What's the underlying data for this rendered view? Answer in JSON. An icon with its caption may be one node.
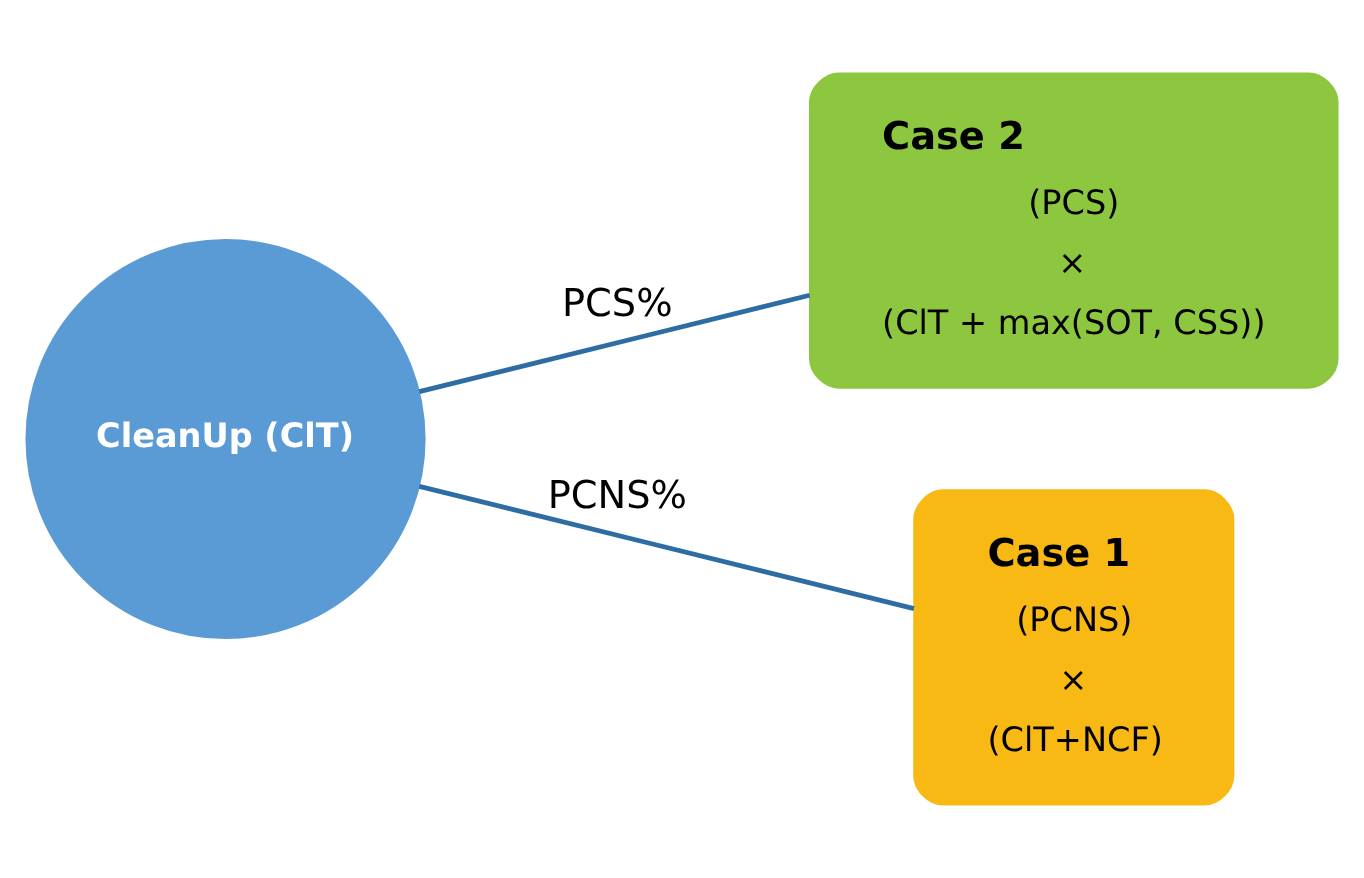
{
  "diagram": {
    "nodes": [
      {
        "text": [
          "CleanUp (ClT)"
        ]
      },
      {
        "text": [
          "Case 2",
          "(PCS)",
          "×",
          "(ClT + max(SOT, CSS))"
        ]
      },
      {
        "text": [
          "Case 1",
          "(PCNS)",
          "×",
          "(ClT+NCF)"
        ]
      }
    ],
    "edges": [
      {
        "from": 0,
        "to": 1,
        "arrow": "none",
        "label": "PCS%"
      },
      {
        "from": 0,
        "to": 2,
        "arrow": "none",
        "label": "PCNS%"
      }
    ]
  }
}
